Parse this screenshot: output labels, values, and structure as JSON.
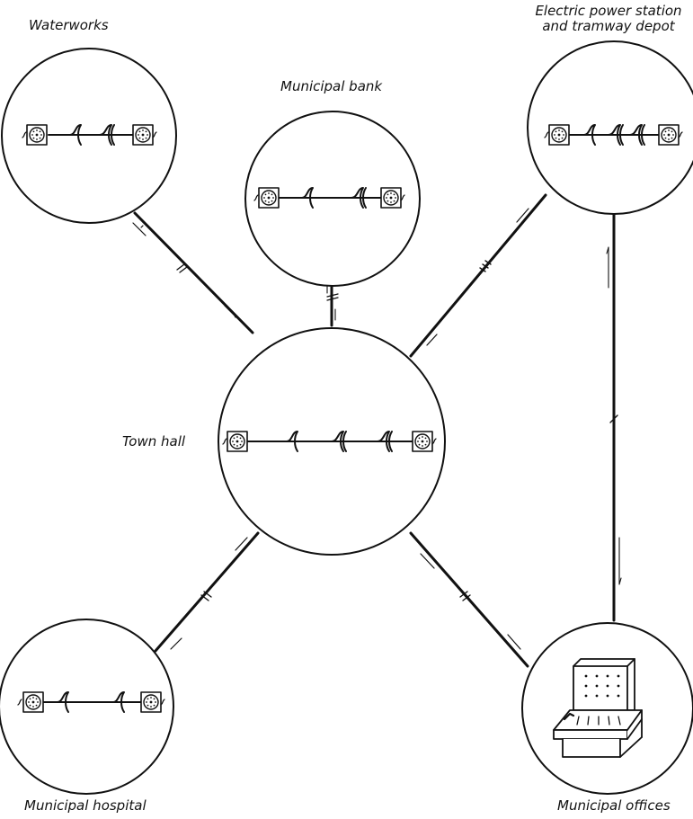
{
  "colors": {
    "ink": "#111111",
    "paper": "#ffffff"
  },
  "nodes": {
    "waterworks": {
      "label": "Waterworks"
    },
    "bank": {
      "label": "Municipal bank"
    },
    "power": {
      "label_line1": "Electric power station",
      "label_line2": "and tramway depot"
    },
    "town_hall": {
      "label": "Town hall"
    },
    "hospital": {
      "label": "Municipal hospital"
    },
    "offices": {
      "label": "Municipal offices"
    }
  },
  "icons": {
    "telephone": "telephone-dial-icon",
    "line_filter": "loading-coil-icon",
    "switchboard": "switchboard-console-icon"
  }
}
